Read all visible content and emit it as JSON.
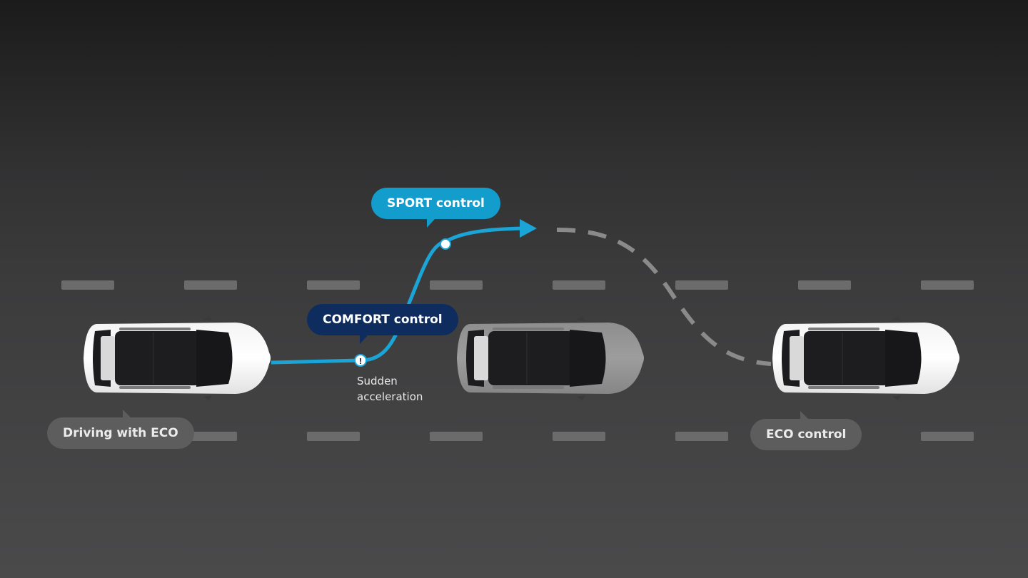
{
  "labels": {
    "sport": "SPORT control",
    "comfort": "COMFORT control",
    "eco_driving": "Driving with ECO",
    "eco_control": "ECO control",
    "sudden_line1": "Sudden",
    "sudden_line2": "acceleration",
    "warning_mark": "!"
  },
  "colors": {
    "sport_path": "#1ba5d6",
    "sport_bubble": "#139dcd",
    "comfort_bubble": "#0e2d5e",
    "neutral_bubble": "#5d5d5e",
    "lane_marking": "#6b6b6c",
    "eco_dashed_path": "#8a8a8a"
  },
  "icons": {
    "event_marker": "warning-dot-icon",
    "transition_marker": "node-dot-icon",
    "path_arrow": "arrowhead-icon"
  }
}
